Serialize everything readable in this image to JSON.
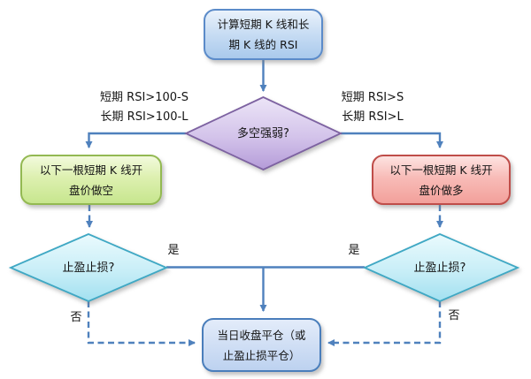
{
  "diagram": {
    "type": "flowchart",
    "nodes": {
      "start": {
        "shape": "rounded-rect",
        "color": "blue",
        "lines": [
          "计算短期 K 线和长",
          "期 K 线的 RSI"
        ]
      },
      "decision_main": {
        "shape": "diamond",
        "color": "purple",
        "label": "多空强弱?"
      },
      "short_entry": {
        "shape": "rounded-rect",
        "color": "green",
        "lines": [
          "以下一根短期 K 线开",
          "盘价做空"
        ]
      },
      "long_entry": {
        "shape": "rounded-rect",
        "color": "red",
        "lines": [
          "以下一根短期 K 线开",
          "盘价做多"
        ]
      },
      "decision_left": {
        "shape": "diamond",
        "color": "cyan",
        "label": "止盈止损?"
      },
      "decision_right": {
        "shape": "diamond",
        "color": "cyan",
        "label": "止盈止损?"
      },
      "close": {
        "shape": "rounded-rect",
        "color": "blue",
        "lines": [
          "当日收盘平仓（或",
          "止盈止损平仓）"
        ]
      }
    },
    "edge_labels": {
      "left_condition": {
        "lines": [
          "短期 RSI>100-S",
          "长期 RSI>100-L"
        ]
      },
      "right_condition": {
        "lines": [
          "短期 RSI>S",
          "长期 RSI>L"
        ]
      },
      "yes_left": "是",
      "yes_right": "是",
      "no_left": "否",
      "no_right": "否"
    },
    "colors": {
      "arrow": "#4f81bd",
      "purple_border": "#7d62a1",
      "cyan_border": "#3fa8c4",
      "blue_border": "#5b8bc9",
      "green_border": "#93b952",
      "red_border": "#bf4d49"
    }
  }
}
